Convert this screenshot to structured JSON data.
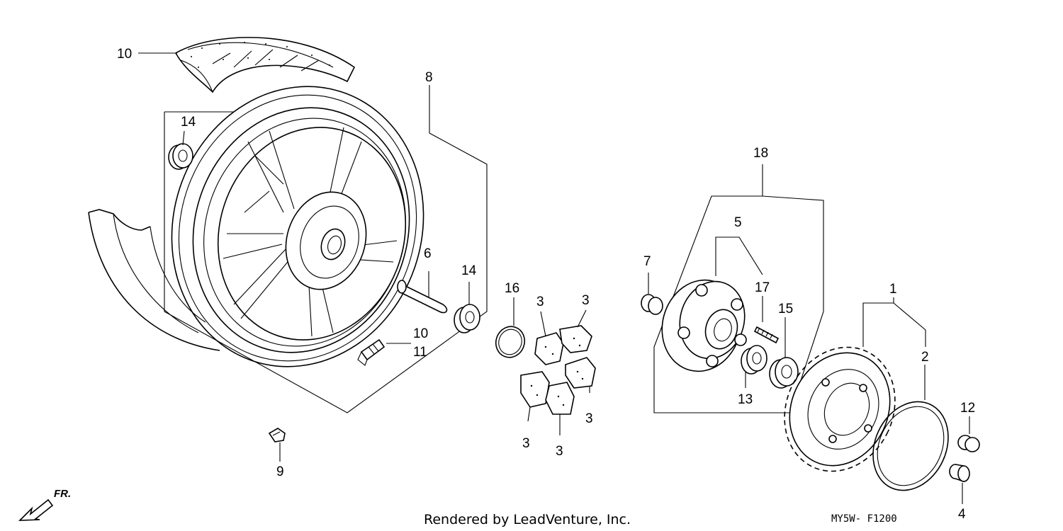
{
  "diagram": {
    "callouts": [
      {
        "id": "c-10-tire",
        "text": "10"
      },
      {
        "id": "c-8",
        "text": "8"
      },
      {
        "id": "c-14-left",
        "text": "14"
      },
      {
        "id": "c-6",
        "text": "6"
      },
      {
        "id": "c-14-right",
        "text": "14"
      },
      {
        "id": "c-10-valve",
        "text": "10"
      },
      {
        "id": "c-11",
        "text": "11"
      },
      {
        "id": "c-9",
        "text": "9"
      },
      {
        "id": "c-16",
        "text": "16"
      },
      {
        "id": "c-3-a",
        "text": "3"
      },
      {
        "id": "c-3-b",
        "text": "3"
      },
      {
        "id": "c-3-c",
        "text": "3"
      },
      {
        "id": "c-3-d",
        "text": "3"
      },
      {
        "id": "c-3-e",
        "text": "3"
      },
      {
        "id": "c-18",
        "text": "18"
      },
      {
        "id": "c-5",
        "text": "5"
      },
      {
        "id": "c-7",
        "text": "7"
      },
      {
        "id": "c-17",
        "text": "17"
      },
      {
        "id": "c-15",
        "text": "15"
      },
      {
        "id": "c-13",
        "text": "13"
      },
      {
        "id": "c-1",
        "text": "1"
      },
      {
        "id": "c-2",
        "text": "2"
      },
      {
        "id": "c-12",
        "text": "12"
      },
      {
        "id": "c-4",
        "text": "4"
      }
    ],
    "direction_label": "FR.",
    "credit": "Rendered by LeadVenture, Inc.",
    "diagram_code": "MY5W- F1200"
  },
  "colors": {
    "line": "#000000",
    "background": "#ffffff"
  }
}
